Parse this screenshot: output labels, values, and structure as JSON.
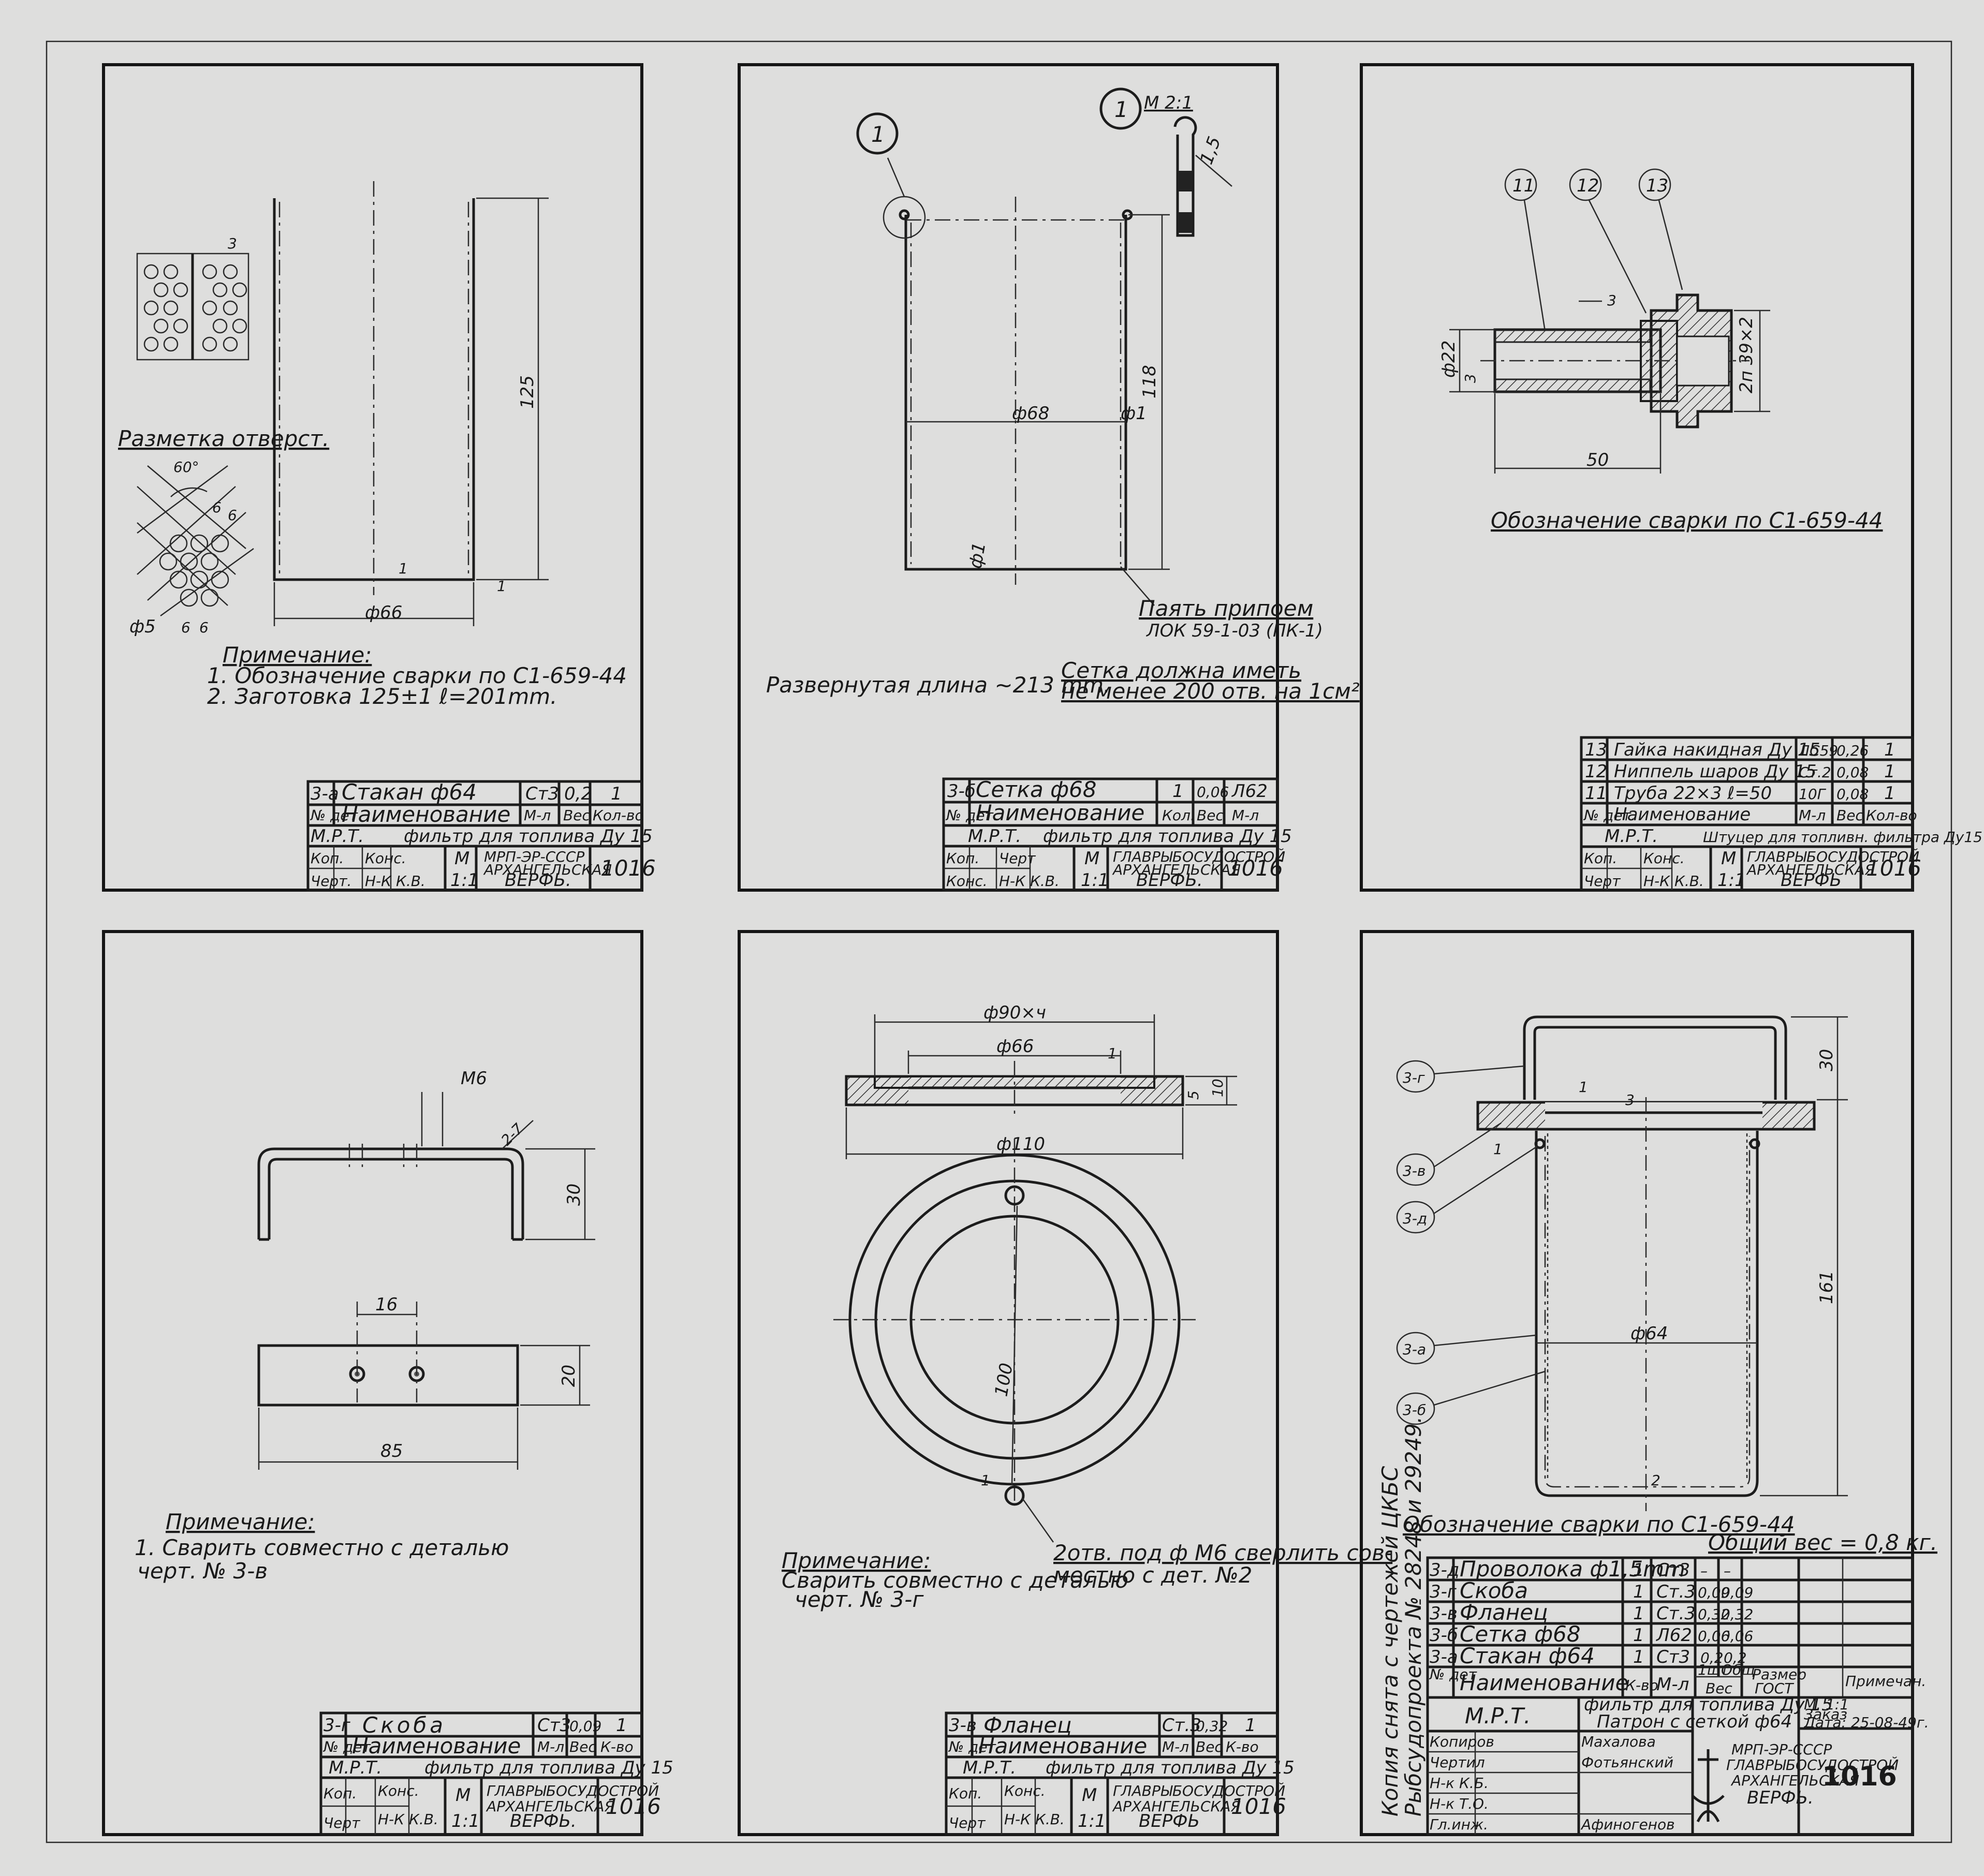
{
  "panel1": {
    "dims": {
      "h125": "125",
      "d66": "ф66",
      "t1": "1",
      "w1": "1"
    },
    "marking": {
      "title": "Разметка отверст.",
      "angle": "60°",
      "s6a": "6",
      "s6b": "6",
      "s6c": "6",
      "s6d": "6",
      "hole": "ф5",
      "a3": "3"
    },
    "note": {
      "title": "Примечание:",
      "line1": "1. Обозначение сварки по С1-659-44",
      "line2": "2. Заготовка 125±1 ℓ=201mm."
    },
    "part_row": {
      "pos": "3-а",
      "name": "Стакан ф64",
      "material": "Ст3",
      "weight": "0,2",
      "qty": "1"
    },
    "header": {
      "pos": "№ дет",
      "name": "Наименование",
      "material": "М-л",
      "weight": "Вес",
      "qty": "Кол-во"
    },
    "org": "М.Р.Т.",
    "product": "фильтр для топлива Ду 15",
    "labels": {
      "kop": "Коп.",
      "cherg": "Черт.",
      "kons": "Конс.",
      "nk": "Н-К К.В.",
      "m": "М",
      "scale": "1:1"
    },
    "org2": "МРП-ЭР-СССР",
    "org3": "АРХАНГЕЛЬСКАЯ",
    "org4": "ВЕРФЬ.",
    "number": "1016"
  },
  "panel2": {
    "callout": "1",
    "detail_callout": "1",
    "detail_scale": "М 2:1",
    "dims": {
      "h118": "118",
      "d68": "ф68",
      "d1": "ф1",
      "t1": "ф1",
      "d15": "1,5"
    },
    "solder": {
      "line1": "Паять припоем",
      "line2": "ЛОК 59-1-03 (ПК-1)"
    },
    "dev_length": "Развернутая длина ~213 mm.",
    "mesh": {
      "line1": "Сетка должна иметь",
      "line2": "не менее 200 отв. на 1см²"
    },
    "part_row": {
      "pos": "3-б",
      "name": "Сетка ф68",
      "qty": "1",
      "weight": "0,06",
      "material": "Л62"
    },
    "header": {
      "pos": "№ дет.",
      "name": "Наименование",
      "qty": "Кол.",
      "weight": "Вес",
      "material": "М-л"
    },
    "org": "М.Р.Т.",
    "product": "фильтр для топлива Ду 15",
    "labels": {
      "kop": "Коп.",
      "kons": "Конс.",
      "cherg": "Черт",
      "nk": "Н-К К.В.",
      "m": "М",
      "scale": "1:1"
    },
    "org2": "ГЛАВРЫБОСУДОСТРОЙ",
    "org3": "АРХАНГЕЛЬСКАЯ",
    "org4": "ВЕРФЬ.",
    "number": "1016"
  },
  "panel3": {
    "callouts": {
      "c11": "11",
      "c12": "12",
      "c13": "13"
    },
    "dims": {
      "d22": "ф22",
      "t3": "3",
      "t3b": "3",
      "l50": "50",
      "thread": "2п 39×2"
    },
    "weld": "Обозначение сварки по С1-659-44",
    "rows": [
      {
        "pos": "13",
        "name": "Гайка накидная Ду 15",
        "material": "ЛС59",
        "weight": "0,26",
        "qty": "1"
      },
      {
        "pos": "12",
        "name": "Ниппель шаров Ду 15",
        "material": "Ст.2",
        "weight": "0,08",
        "qty": "1"
      },
      {
        "pos": "11",
        "name": "Труба 22×3 ℓ=50",
        "material": "10Г",
        "weight": "0,08",
        "qty": "1"
      }
    ],
    "header": {
      "pos": "№ дет.",
      "name": "Наименование",
      "material": "М-л",
      "weight": "Вес",
      "qty": "Кол-во"
    },
    "org": "М.Р.Т.",
    "product": "Штуцер для топливн. фильтра Ду15",
    "labels": {
      "kop": "Коп.",
      "cherg": "Черт",
      "kons": "Конс.",
      "nk": "Н-К К.В.",
      "m": "М",
      "scale": "1:1"
    },
    "org2": "ГЛАВРЫБОСУДОСТРОЙ",
    "org3": "АРХАНГЕЛЬСКАЯ",
    "org4": "ВЕРФЬ",
    "number": "1016"
  },
  "panel4": {
    "dims": {
      "m6": "М6",
      "r7": "2-7",
      "h30": "30",
      "w16": "16",
      "h20": "20",
      "l85": "85"
    },
    "note": {
      "title": "Примечание:",
      "line1": "1. Сварить совместно с деталью",
      "line2": "черт. № 3-в"
    },
    "part_row": {
      "pos": "3-г",
      "name": "Скоба",
      "material": "Ст3",
      "weight": "0,09",
      "qty": "1"
    },
    "header": {
      "pos": "№ дет",
      "name": "Наименование",
      "material": "М-л",
      "weight": "Вес",
      "qty": "К-во"
    },
    "org": "М.Р.Т.",
    "product": "фильтр для топлива Ду 15",
    "labels": {
      "kop": "Коп.",
      "cherg": "Черт",
      "kons": "Конс.",
      "nk": "Н-К К.В.",
      "m": "М",
      "scale": "1:1"
    },
    "org2": "ГЛАВРЫБОСУДОСТРОЙ",
    "org3": "АРХАНГЕЛЬСКАЯ",
    "org4": "ВЕРФЬ.",
    "number": "1016"
  },
  "panel5": {
    "dims": {
      "d90": "ф90×ч",
      "d66": "ф66",
      "d110": "ф110",
      "h10": "10",
      "h5": "5",
      "t1": "1",
      "c100": "100",
      "t1b": "1"
    },
    "holes": {
      "line1": "2отв. под ф М6 сверлить сов-",
      "line2": "местно с дет. №2"
    },
    "note": {
      "title": "Примечание:",
      "line1": "Сварить совместно с деталью",
      "line2": "черт. № 3-г"
    },
    "part_row": {
      "pos": "3-в",
      "name": "Фланец",
      "material": "Ст.3",
      "weight": "0,32",
      "qty": "1"
    },
    "header": {
      "pos": "№ дет",
      "name": "Наименование",
      "material": "М-л",
      "weight": "Вес",
      "qty": "К-во"
    },
    "org": "М.Р.Т.",
    "product": "фильтр для топлива Ду 15",
    "labels": {
      "kop": "Коп.",
      "cherg": "Черт",
      "kons": "Конс.",
      "nk": "Н-К К.В.",
      "m": "М",
      "scale": "1:1"
    },
    "org2": "ГЛАВРЫБОСУДОСТРОЙ",
    "org3": "АРХАНГЕЛЬСКАЯ",
    "org4": "ВЕРФЬ",
    "number": "1016"
  },
  "panel6": {
    "callouts": {
      "c3g": "3-г",
      "c3v": "3-в",
      "c3d": "3-д",
      "c3a": "3-а",
      "c3b": "3-б"
    },
    "dims": {
      "h30": "30",
      "h161": "161",
      "d64": "ф64",
      "t3": "3",
      "t1": "1",
      "t1b": "1",
      "t2": "2"
    },
    "weld": "Обозначение сварки по С1-659-44",
    "total_weight": "Общий вес = 0,8 кг.",
    "rows": [
      {
        "pos": "3-д",
        "name": "Проволока ф1,5mm",
        "qty": "1",
        "material": "Ст3",
        "w1": "–",
        "w2": "–"
      },
      {
        "pos": "3-г",
        "name": "Скоба",
        "qty": "1",
        "material": "Ст.3",
        "w1": "0,09",
        "w2": "0,09"
      },
      {
        "pos": "3-в",
        "name": "Фланец",
        "qty": "1",
        "material": "Ст.3",
        "w1": "0,32",
        "w2": "0,32"
      },
      {
        "pos": "3-б",
        "name": "Сетка ф68",
        "qty": "1",
        "material": "Л62",
        "w1": "0,06",
        "w2": "0,06"
      },
      {
        "pos": "3-а",
        "name": "Стакан ф64",
        "qty": "1",
        "material": "Ст3",
        "w1": "0,2",
        "w2": "0,2"
      }
    ],
    "header": {
      "pos": "№ дет",
      "name": "Наименование",
      "qty": "К-во",
      "material": "М-л",
      "w1": "1шт",
      "w2": "Общ",
      "weight": "Вес",
      "size": "Размер",
      "gost": "ГОСТ",
      "remark": "Примечан."
    },
    "org": "М.Р.Т.",
    "product1": "фильтр для топлива Ду 15",
    "product2": "Патрон с сеткой ф64",
    "scale": "М. 1:1",
    "order": "Заказ",
    "date": "Дата: 25-08-49г.",
    "roles": {
      "r1": "Копиров",
      "r2": "Чертил",
      "r3": "Н-к К.Б.",
      "r4": "Н-к Т.О.",
      "r5": "Гл.инж."
    },
    "names": {
      "n1": "Махалова",
      "n2": "Фотьянский",
      "n3": "Афиногенов"
    },
    "org1": "МРП-ЭР-СССР",
    "org2": "ГЛАВРЫБОСУДОСТРОЙ",
    "org3": "АРХАНГЕЛЬСКАЯ",
    "org4": "ВЕРФЬ.",
    "number": "1016"
  },
  "side_note": {
    "line1": "Копия снята с чертежей ЦКБС",
    "line2": "Рыбсудопроекта № 28248 и 29249."
  }
}
